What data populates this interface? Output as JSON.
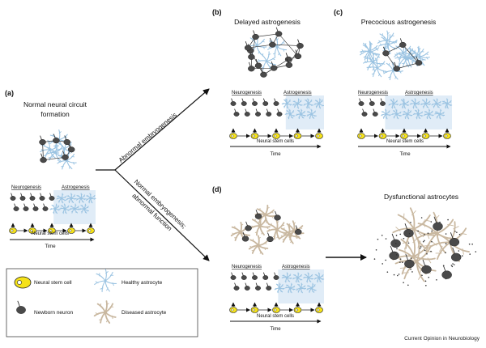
{
  "panels": {
    "a": {
      "letter": "(a)",
      "title_line1": "Normal neural circuit",
      "title_line2": "formation",
      "neurogenesis": "Neurogenesis",
      "astrogenesis": "Astrogenesis",
      "stem_cells": "Neural stem cells",
      "time": "Time"
    },
    "b": {
      "letter": "(b)",
      "title": "Delayed astrogenesis",
      "neurogenesis": "Neurogenesis",
      "astrogenesis": "Astrogenesis",
      "stem_cells": "Neural stem cells",
      "time": "Time"
    },
    "c": {
      "letter": "(c)",
      "title": "Precocious astrogenesis",
      "neurogenesis": "Neurogenesis",
      "astrogenesis": "Astrogenesis",
      "stem_cells": "Neural stem cells",
      "time": "Time"
    },
    "d": {
      "letter": "(d)",
      "neurogenesis": "Neurogenesis",
      "astrogenesis": "Astrogenesis",
      "stem_cells": "Neural stem cells",
      "time": "Time"
    },
    "e": {
      "title": "Dysfunctional astrocytes"
    }
  },
  "branches": {
    "upper": "Abnormal embryogenesis",
    "lower_line1": "Normal embryogenesis;",
    "lower_line2": "abnormal function"
  },
  "legend": {
    "neural_stem_cell": "Neural stem cell",
    "healthy_astrocyte": "Healthy astrocyte",
    "newborn_neuron": "Newborn neuron",
    "diseased_astrocyte": "Diseased astrocyte"
  },
  "credit": "Current Opinion in Neurobiology",
  "colors": {
    "stem_cell_fill": "#f5e21a",
    "healthy_astrocyte": "#9cc4e2",
    "diseased_astrocyte": "#c9b8a0",
    "neuron": "#4a4a4a",
    "astro_zone": "#e0ecf7"
  }
}
